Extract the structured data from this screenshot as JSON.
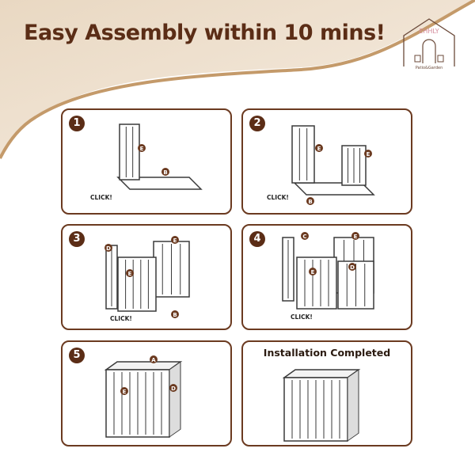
{
  "title": "Easy Assembly within 10 mins!",
  "logo": {
    "brand": "EHHLY",
    "tagline": "Patio&Garden"
  },
  "colors": {
    "brand_brown": "#5b2d16",
    "swoosh": "#d9c3a5"
  },
  "steps": [
    {
      "number": "1",
      "labels": [
        "E",
        "B"
      ],
      "click": "CLICK!"
    },
    {
      "number": "2",
      "labels": [
        "E",
        "E",
        "B"
      ],
      "click": "CLICK!"
    },
    {
      "number": "3",
      "labels": [
        "D",
        "E",
        "E",
        "B"
      ],
      "click": "CLICK!"
    },
    {
      "number": "4",
      "labels": [
        "C",
        "E",
        "E",
        "D"
      ],
      "click": "CLICK!"
    },
    {
      "number": "5",
      "labels": [
        "A",
        "E",
        "D"
      ]
    }
  ],
  "completed": {
    "caption": "Installation Completed"
  }
}
